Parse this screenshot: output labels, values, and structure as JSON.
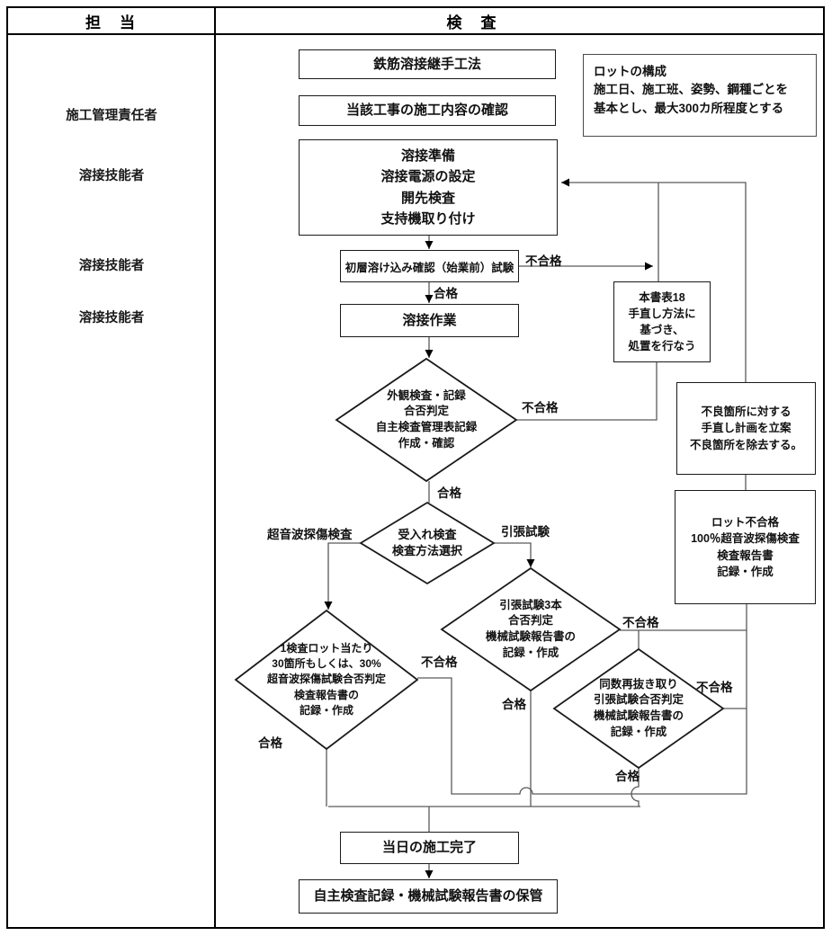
{
  "header": {
    "person": "担　当",
    "inspection": "検　査"
  },
  "roles": {
    "r1": "施工管理責任者",
    "r2": "溶接技能者",
    "r3": "溶接技能者",
    "r4": "溶接技能者"
  },
  "nodes": {
    "method": "鉄筋溶接継手工法",
    "confirm": "当該工事の施工内容の確認",
    "prep": "溶接準備\n溶接電源の設定\n開先検査\n支持機取り付け",
    "initial_test": "初層溶け込み確認（始業前）試験",
    "welding": "溶接作業",
    "visual_check": "外観検査・記録\n合否判定\n自主検査管理表記録\n作成・確認",
    "acceptance": "受入れ検査\n検査方法選択",
    "ut_check": "1検査ロット当たり\n30箇所もしくは、30%\n超音波探傷試験合否判定\n検査報告書の\n記録・作成",
    "tensile_check": "引張試験3本\n合否判定\n機械試験報告書の\n記録・作成",
    "retest_check": "同数再抜き取り\n引張試験合否判定\n機械試験報告書の\n記録・作成",
    "rework_method": "本書表18\n手直し方法に\n基づき、\n処置を行なう",
    "defect_plan": "不良箇所に対する\n手直し計画を立案\n不良箇所を除去する。",
    "lot_fail": "ロット不合格\n100％超音波探傷検査\n検査報告書\n記録・作成",
    "day_complete": "当日の施工完了",
    "record_keep": "自主検査記録・機械試験報告書の保管"
  },
  "note": {
    "title": "ロットの構成",
    "body": "施工日、施工班、姿勢、鋼種ごとを\n基本とし、最大300カ所程度とする"
  },
  "labels": {
    "pass": "合格",
    "fail": "不合格",
    "ut_branch": "超音波探傷検査",
    "tensile_branch": "引張試験"
  }
}
